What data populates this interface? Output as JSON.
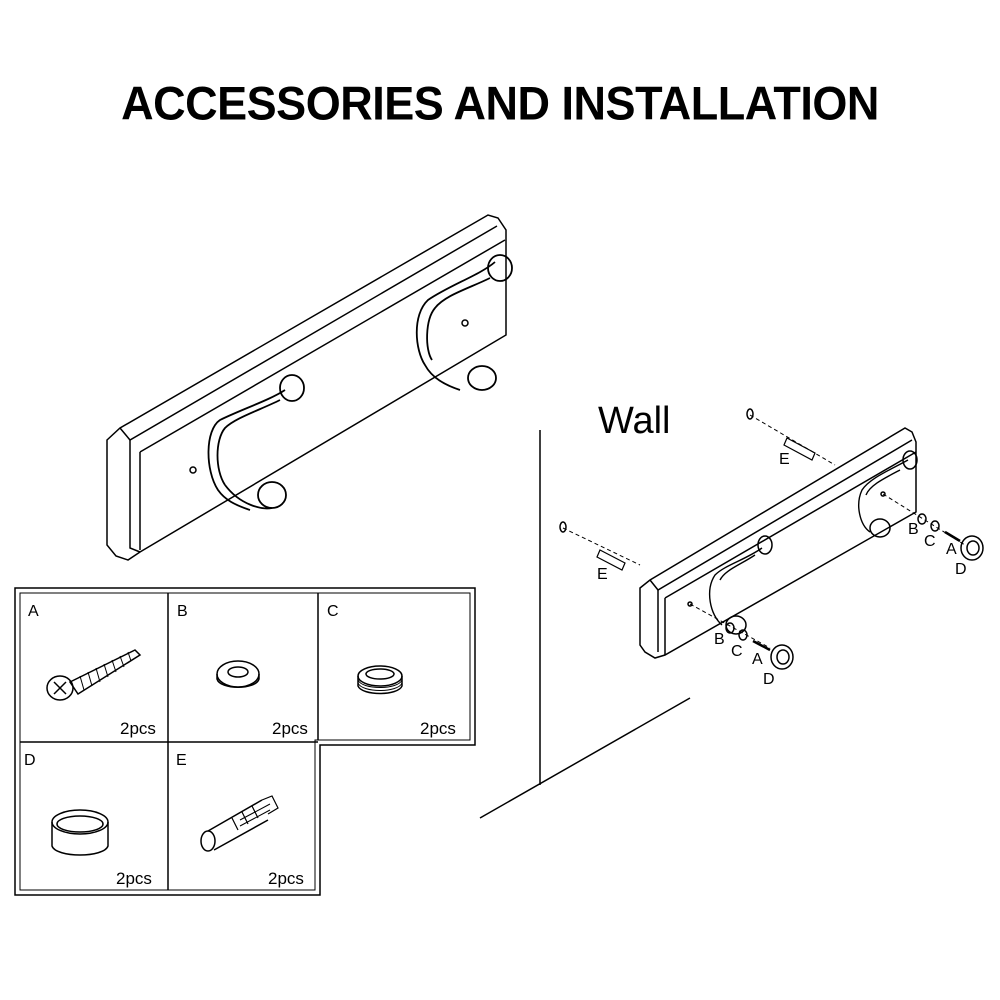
{
  "title": "ACCESSORIES AND INSTALLATION",
  "wall_label": "Wall",
  "parts": [
    {
      "letter": "A",
      "qty": "2pcs",
      "item": "screw"
    },
    {
      "letter": "B",
      "qty": "2pcs",
      "item": "washer"
    },
    {
      "letter": "C",
      "qty": "2pcs",
      "item": "spacer"
    },
    {
      "letter": "D",
      "qty": "2pcs",
      "item": "cap"
    },
    {
      "letter": "E",
      "qty": "2pcs",
      "item": "wall-anchor"
    }
  ],
  "callouts": {
    "e_top": "E",
    "e_left": "E",
    "b_right": "B",
    "c_right": "C",
    "a_right": "A",
    "d_right": "D",
    "b_left": "B",
    "c_left": "C",
    "a_left": "A",
    "d_left": "D"
  }
}
